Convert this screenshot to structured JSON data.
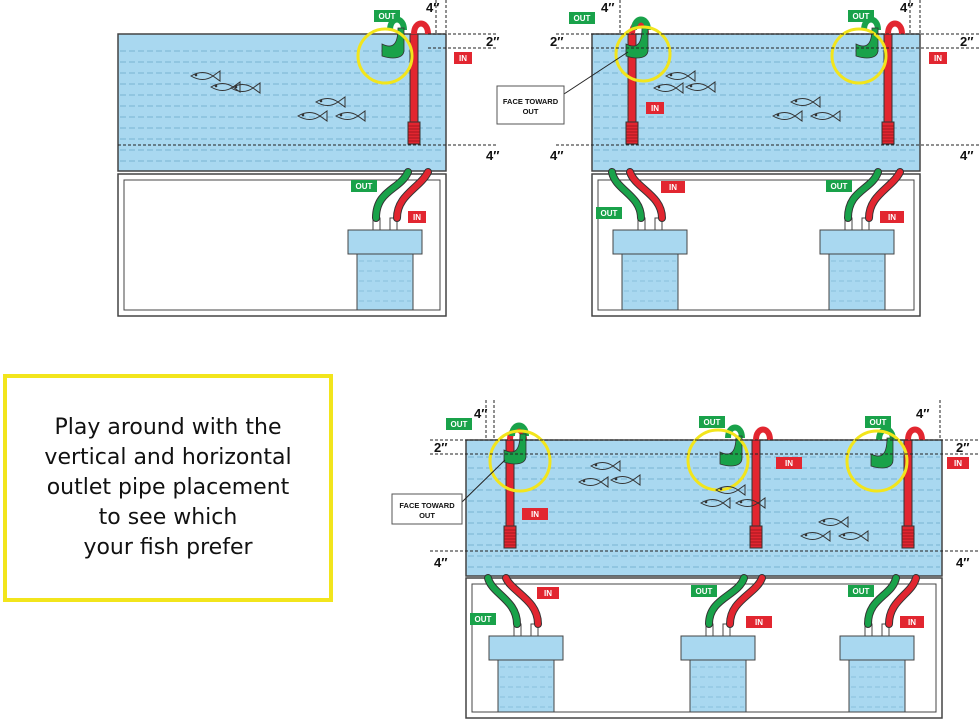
{
  "note": {
    "text": "Play around with the\nvertical and horizontal\noutlet pipe placement\nto see which\nyour fish prefer"
  },
  "labels": {
    "out": "OUT",
    "in": "IN",
    "face_toward_line1": "FACE TOWARD",
    "face_toward_line2": "OUT"
  },
  "dimensions": {
    "four_inch": "4″",
    "two_inch": "2″"
  },
  "colors": {
    "water": "#a9d8f0",
    "water_line": "#6aa6c8",
    "outlet_green": "#19a24a",
    "inlet_red": "#e22630",
    "highlight_yellow": "#f2e51c",
    "canister": "#a9d8f0",
    "outline": "#444444"
  }
}
